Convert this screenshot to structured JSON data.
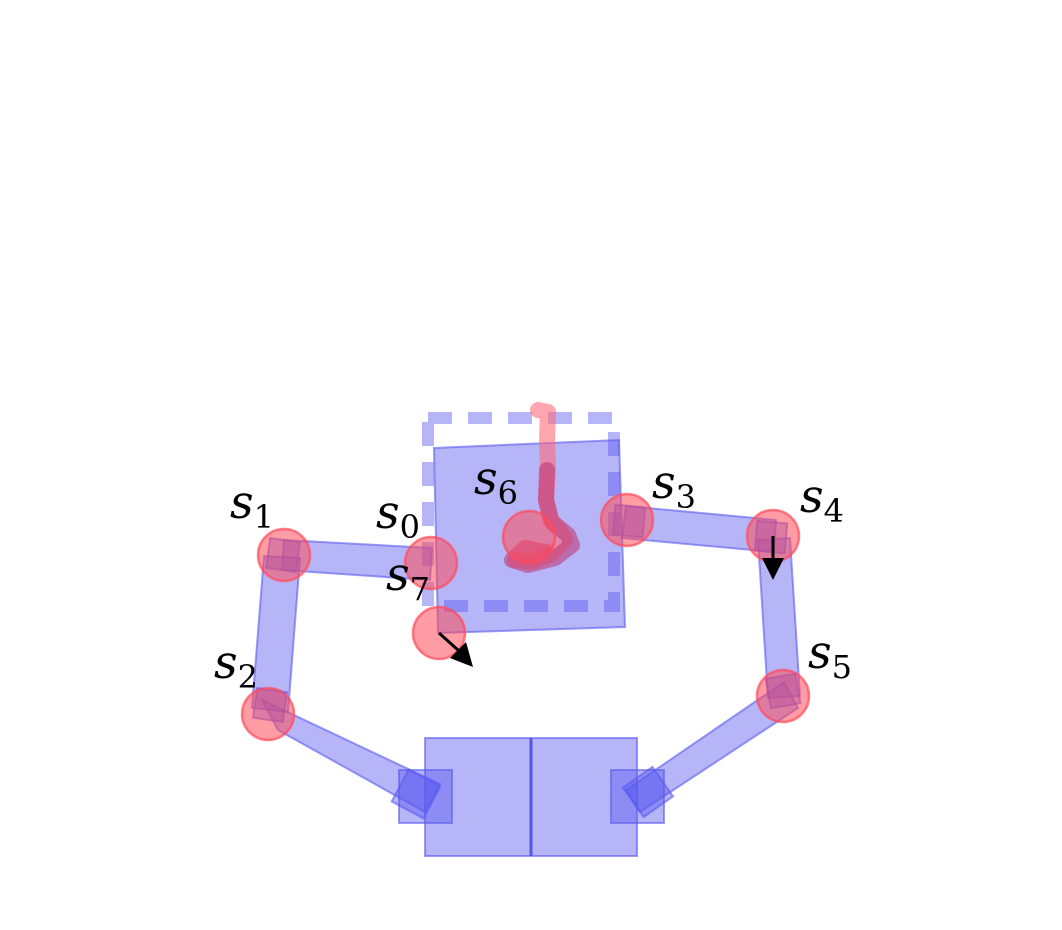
{
  "colors": {
    "body": "#5a5af0",
    "body_opacity": 0.45,
    "joint": "#ff4a5a",
    "joint_opacity": 0.55,
    "trail": "#e0406a",
    "arrow": "#000000"
  },
  "labels": {
    "s0": {
      "base": "s",
      "sub": "0"
    },
    "s1": {
      "base": "s",
      "sub": "1"
    },
    "s2": {
      "base": "s",
      "sub": "2"
    },
    "s3": {
      "base": "s",
      "sub": "3"
    },
    "s4": {
      "base": "s",
      "sub": "4"
    },
    "s5": {
      "base": "s",
      "sub": "5"
    },
    "s6": {
      "base": "s",
      "sub": "6"
    },
    "s7": {
      "base": "s",
      "sub": "7"
    }
  }
}
